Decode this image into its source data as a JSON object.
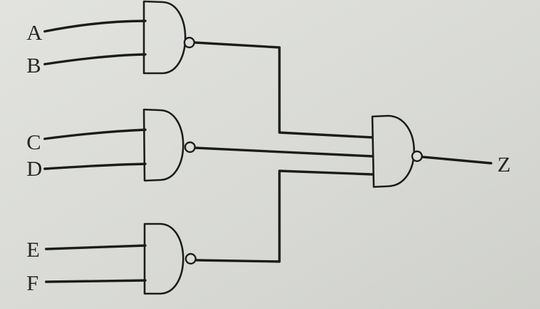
{
  "inputs": {
    "a": "A",
    "b": "B",
    "c": "C",
    "d": "D",
    "e": "E",
    "f": "F"
  },
  "output": {
    "z": "Z"
  },
  "colors": {
    "background": "#d9dad6",
    "ink": "#1b1b1b"
  }
}
